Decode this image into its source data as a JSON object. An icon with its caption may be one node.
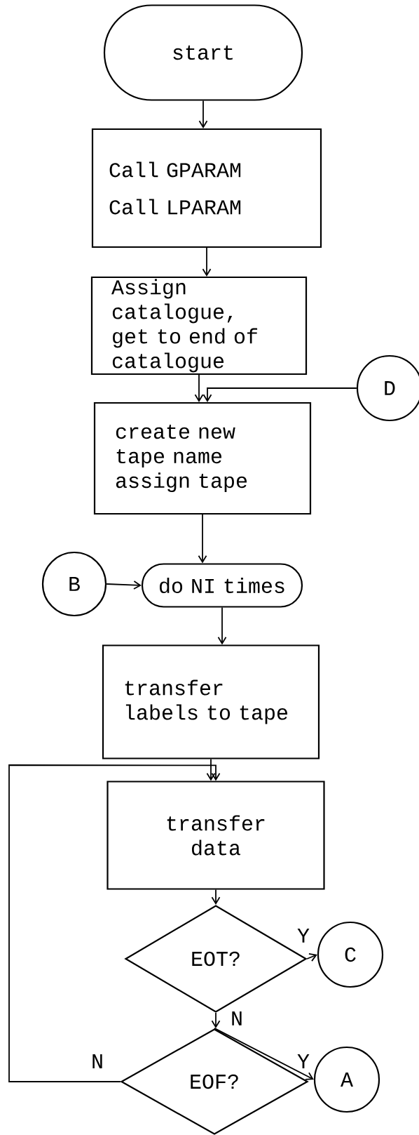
{
  "diagram": {
    "nodes": [
      {
        "text": [
          "start"
        ]
      },
      {
        "text": [
          "Call GPARAM",
          "Call LPARAM"
        ]
      },
      {
        "text": [
          "Assign catalogue, get to end of catalogue"
        ]
      },
      {
        "text": [
          "D"
        ]
      },
      {
        "text": [
          "create new tape name assign tape"
        ]
      },
      {
        "text": [
          "B"
        ]
      },
      {
        "text": [
          "do NI times"
        ]
      },
      {
        "text": [
          "transfer labels to tape"
        ]
      },
      {
        "text": [
          "transfer data"
        ]
      },
      {
        "text": [
          "EOT?"
        ]
      },
      {
        "text": [
          "C"
        ]
      },
      {
        "text": [
          "EOF?"
        ]
      },
      {
        "text": [
          "A"
        ]
      }
    ],
    "edges": [
      {
        "from": 0,
        "to": 1,
        "arrow": "to"
      },
      {
        "from": 1,
        "to": 2,
        "arrow": "to"
      },
      {
        "from": 2,
        "to": 4,
        "arrow": "to"
      },
      {
        "from": 3,
        "to": 4,
        "arrow": "to"
      },
      {
        "from": 4,
        "to": 6,
        "arrow": "to"
      },
      {
        "from": 5,
        "to": 6,
        "arrow": "to"
      },
      {
        "from": 6,
        "to": 7,
        "arrow": "to"
      },
      {
        "from": 7,
        "to": 8,
        "arrow": "to"
      },
      {
        "from": 8,
        "to": 9,
        "arrow": "to"
      },
      {
        "from": 9,
        "to": 10,
        "label": "Y",
        "arrow": "to"
      },
      {
        "from": 9,
        "to": 11,
        "label": "N",
        "arrow": "to"
      },
      {
        "from": 11,
        "to": 12,
        "label": "Y",
        "arrow": "to"
      },
      {
        "from": 11,
        "to": 8,
        "label": "N",
        "arrow": "to"
      }
    ]
  }
}
